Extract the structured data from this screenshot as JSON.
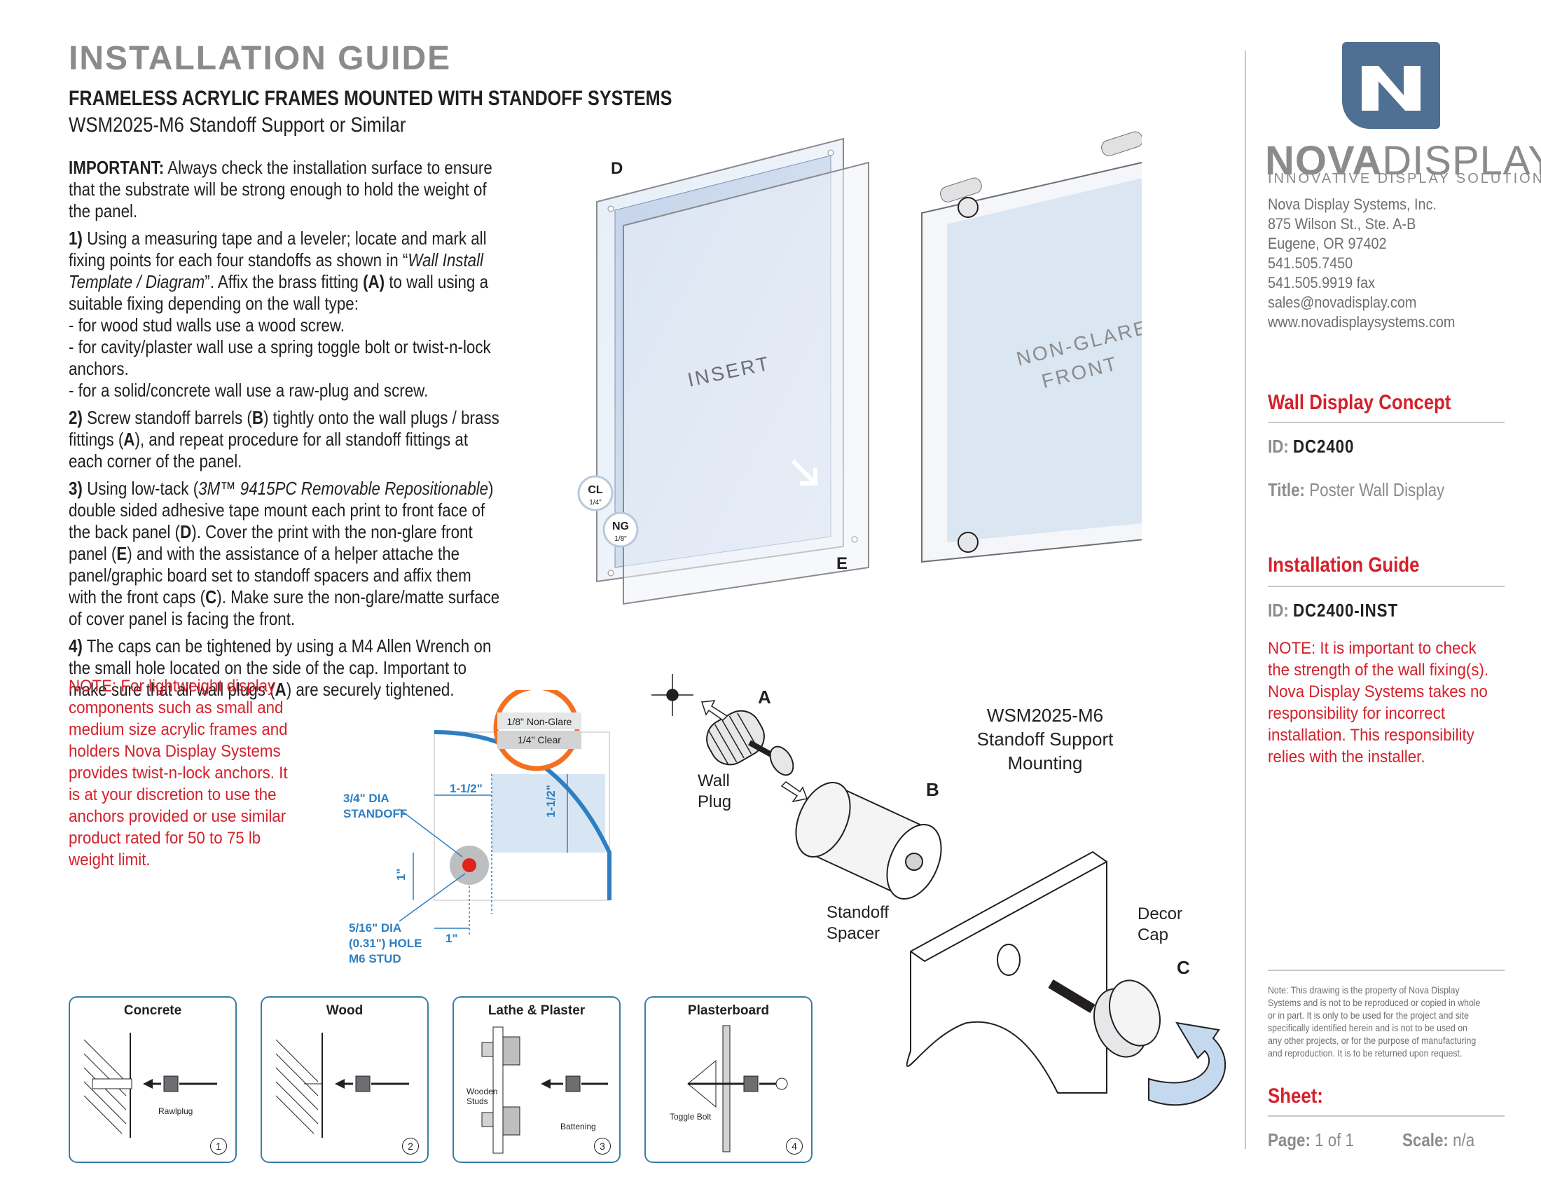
{
  "header": {
    "title": "INSTALLATION GUIDE",
    "subtitle": "FRAMELESS ACRYLIC FRAMES MOUNTED WITH STANDOFF SYSTEMS",
    "subtitle2": "WSM2025-M6 Standoff Support or Similar"
  },
  "instructions": {
    "important_label": "IMPORTANT:",
    "important_text": " Always check the installation surface to ensure that the substrate will be strong enough to hold the weight of the panel.",
    "s1_num": "1)",
    "s1_a": " Using a measuring tape and a leveler; locate and mark all fixing points for each four standoffs as shown in “",
    "s1_em": "Wall Install Template / Diagram",
    "s1_b": "”. Affix the brass fitting ",
    "s1_A": "(A)",
    "s1_c": " to wall using a suitable fixing depending on the wall type:",
    "s1_l1": "- for wood stud walls use a wood screw.",
    "s1_l2": "- for cavity/plaster wall use a spring toggle bolt or twist-n-lock anchors.",
    "s1_l3": "- for a solid/concrete wall use a raw-plug and screw.",
    "s2_num": "2)",
    "s2_a": " Screw standoff barrels (",
    "s2_B": "B",
    "s2_b": ") tightly onto the wall plugs / brass fittings (",
    "s2_A": "A",
    "s2_c": "), and repeat procedure for all standoff fittings at each corner of the panel.",
    "s3_num": "3)",
    "s3_a": " Using low-tack (",
    "s3_em": "3M™ 9415PC Removable Repositionable",
    "s3_b": ") double sided adhesive tape mount each print to front face of the back panel (",
    "s3_D": "D",
    "s3_c": "). Cover the print with the non-glare front panel (",
    "s3_E": "E",
    "s3_d": ") and with the assistance of a helper attache the panel/graphic board set to standoff spacers and affix them with the front caps (",
    "s3_C": "C",
    "s3_e": "). Make sure the non-glare/matte surface of cover panel is facing the front.",
    "s4_num": "4)",
    "s4_a": " The caps can be tightened by using a M4 Allen Wrench on the small hole located on the side of the cap. Important to make sure that all wall plugs (",
    "s4_A": "A",
    "s4_b": ") are securely tightened."
  },
  "note_left": "NOTE: For lightweight display components such as small and medium size acrylic frames and holders Nova Display Systems provides twist-n-lock anchors. It is at your discretion to use the anchors provided or use similar product rated for 50 to 75 lb weight limit.",
  "panels": {
    "label_D": "D",
    "label_E": "E",
    "insert": "INSERT",
    "front_l1": "NON-GLARE",
    "front_l2": "FRONT",
    "cl": "CL",
    "cl_size": "1/4\"",
    "ng": "NG",
    "ng_size": "1/8\""
  },
  "corner_diagram": {
    "thick1": "1/8\" Non-Glare",
    "thick2": "1/4\" Clear",
    "standoff_l1": "3/4\" DIA",
    "standoff_l2": "STANDOFF",
    "dim_h": "1-1/2\"",
    "dim_v": "1-1/2\"",
    "dim_1a": "1\"",
    "dim_1b": "1\"",
    "hole_l1": "5/16\" DIA",
    "hole_l2": "(0.31\") HOLE",
    "hole_l3": "M6 STUD"
  },
  "exploded": {
    "label_A": "A",
    "label_B": "B",
    "label_C": "C",
    "wall_l1": "Wall",
    "wall_l2": "Plug",
    "title_l1": "WSM2025-M6",
    "title_l2": "Standoff Support",
    "title_l3": "Mounting",
    "spacer_l1": "Standoff",
    "spacer_l2": "Spacer",
    "cap_l1": "Decor",
    "cap_l2": "Cap"
  },
  "methods": [
    {
      "title": "Concrete",
      "num": "1",
      "label1": "Rawlplug",
      "label2": ""
    },
    {
      "title": "Wood",
      "num": "2",
      "label1": "",
      "label2": ""
    },
    {
      "title": "Lathe & Plaster",
      "num": "3",
      "label1": "Wooden",
      "label1b": "Studs",
      "label2": "Battening"
    },
    {
      "title": "Plasterboard",
      "num": "4",
      "label1": "Toggle Bolt",
      "label2": ""
    }
  ],
  "sidebar": {
    "brand_bold": "NOVA",
    "brand_light": "DISPLAY",
    "tagline": "INNOVATIVE DISPLAY SOLUTIONS",
    "company": "Nova Display Systems, Inc.",
    "street": "875 Wilson St., Ste. A-B",
    "city": "Eugene, OR 97402",
    "phone": "541.505.7450",
    "fax": "541.505.9919 fax",
    "email": "sales@novadisplay.com",
    "web": "www.novadisplaysystems.com",
    "concept_head": "Wall Display Concept",
    "id_label": "ID:",
    "concept_id": "DC2400",
    "title_label": "Title:",
    "concept_title": "Poster Wall Display",
    "guide_head": "Installation Guide",
    "guide_id": "DC2400-INST",
    "note": "NOTE: It is important to check the strength of the wall fixing(s). Nova Display Systems takes no responsibility for incorrect installation. This responsibility relies with the installer.",
    "legal": "Note: This drawing is the property of Nova Display Systems and is not to be reproduced or copied in whole or in part. It is only to be used for the project and site specifically identified herein and is not to be used on any other projects, or for the purpose of manufacturing and reproduction. It is to be returned upon request.",
    "sheet_head": "Sheet:",
    "page_label": "Page:",
    "page_value": "1 of 1",
    "scale_label": "Scale:",
    "scale_value": "n/a"
  },
  "colors": {
    "accent_red": "#d5202b",
    "brand_blue": "#4f6f93",
    "box_blue": "#3a7ea6",
    "dim_blue": "#2e7fc1",
    "gray_text": "#8a8b8d"
  }
}
